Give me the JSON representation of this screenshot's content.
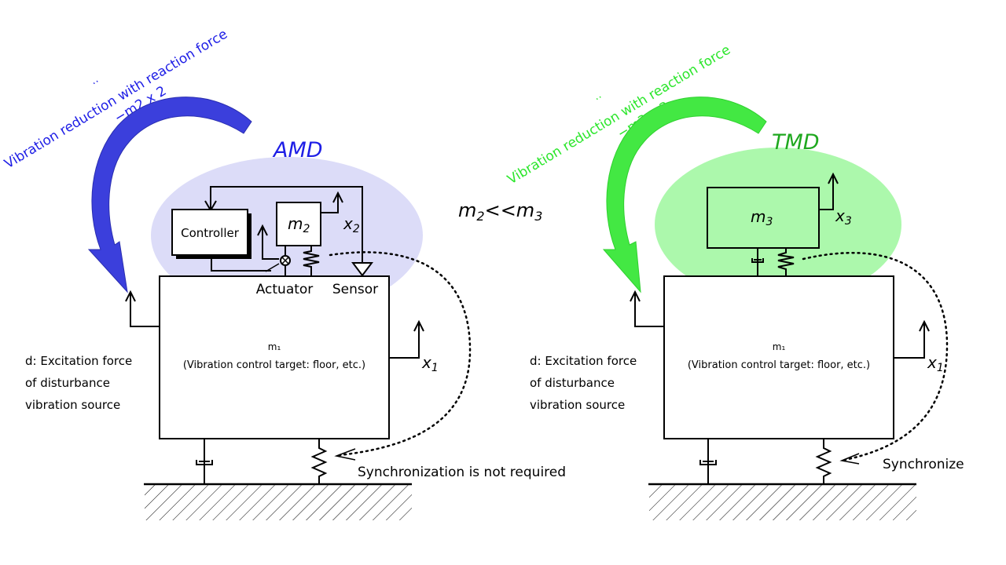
{
  "colors": {
    "amd_blue": "#3b3fdc",
    "amd_text": "#1e1ee6",
    "amd_ellipse": "#dcdcf8",
    "tmd_green": "#43e843",
    "tmd_text": "#2ce62c",
    "tmd_title": "#1fa81f",
    "tmd_ellipse": "#acf8ac"
  },
  "relation": {
    "text_m2": "m",
    "sub2": "2",
    "op": "<<",
    "text_m3": "m",
    "sub3": "3"
  },
  "amd": {
    "title": "AMD",
    "reaction_label": "Vibration reduction with reaction force",
    "reaction_dots": "··",
    "reaction_formula": "−m2 x 2",
    "controller_label": "Controller",
    "actuator_label": "Actuator",
    "sensor_label": "Sensor",
    "mass_label": "m",
    "mass_sub": "2",
    "disp_label": "x",
    "disp_sub": "2",
    "main_mass_label": "m₁",
    "main_mass_desc": "(Vibration control target: floor, etc.)",
    "main_disp_label": "x",
    "main_disp_sub": "1",
    "excitation_lines": [
      "d: Excitation force",
      "of disturbance",
      "vibration source"
    ],
    "sync_note": "Synchronization is not required"
  },
  "tmd": {
    "title": "TMD",
    "reaction_label": "Vibration reduction with reaction force",
    "reaction_dots": "··",
    "reaction_formula": "−m3 x 3",
    "mass_label": "m",
    "mass_sub": "3",
    "disp_label": "x",
    "disp_sub": "3",
    "main_mass_label": "m₁",
    "main_mass_desc": "(Vibration control target: floor, etc.)",
    "main_disp_label": "x",
    "main_disp_sub": "1",
    "excitation_lines": [
      "d: Excitation force",
      "of disturbance",
      "vibration source"
    ],
    "sync_note": "Synchronize"
  }
}
